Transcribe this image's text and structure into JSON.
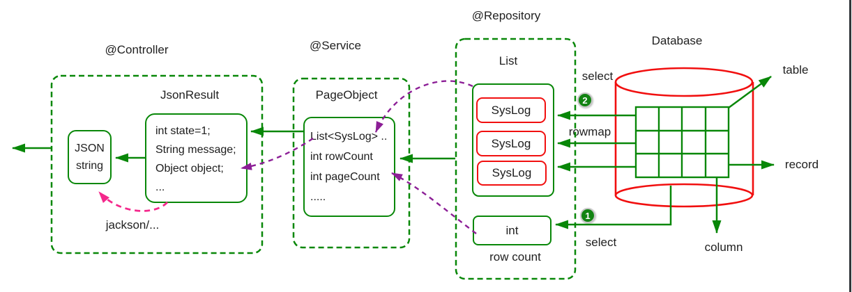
{
  "layers": {
    "controller_label": "@Controller",
    "service_label": "@Service",
    "repository_label": "@Repository",
    "database_label": "Database"
  },
  "json_result": {
    "title": "JsonResult",
    "lines": [
      "int state=1;",
      "String message;",
      "Object object;",
      "..."
    ]
  },
  "json_string": {
    "lines": [
      "JSON",
      "string"
    ]
  },
  "page_object": {
    "title": "PageObject",
    "lines": [
      "List<SysLog> ..",
      "int rowCount",
      "int pageCount",
      "....."
    ]
  },
  "repo_list": {
    "title": "List",
    "items": [
      "SysLog",
      "SysLog",
      "SysLog"
    ]
  },
  "row_count_box": {
    "label": "int",
    "caption": "row count"
  },
  "edge_labels": {
    "select_top": "select",
    "rowmap": "rowmap",
    "select_bottom": "select",
    "jackson": "jackson/...",
    "table": "table",
    "record": "record",
    "column": "column"
  },
  "badges": {
    "step1": "1",
    "step2": "2"
  },
  "colors": {
    "green": "#088708",
    "red": "#f10f0f",
    "purple": "#8c1e96",
    "pink": "#f4288c",
    "text": "#1f1f1f",
    "window_border": "#31373a"
  }
}
